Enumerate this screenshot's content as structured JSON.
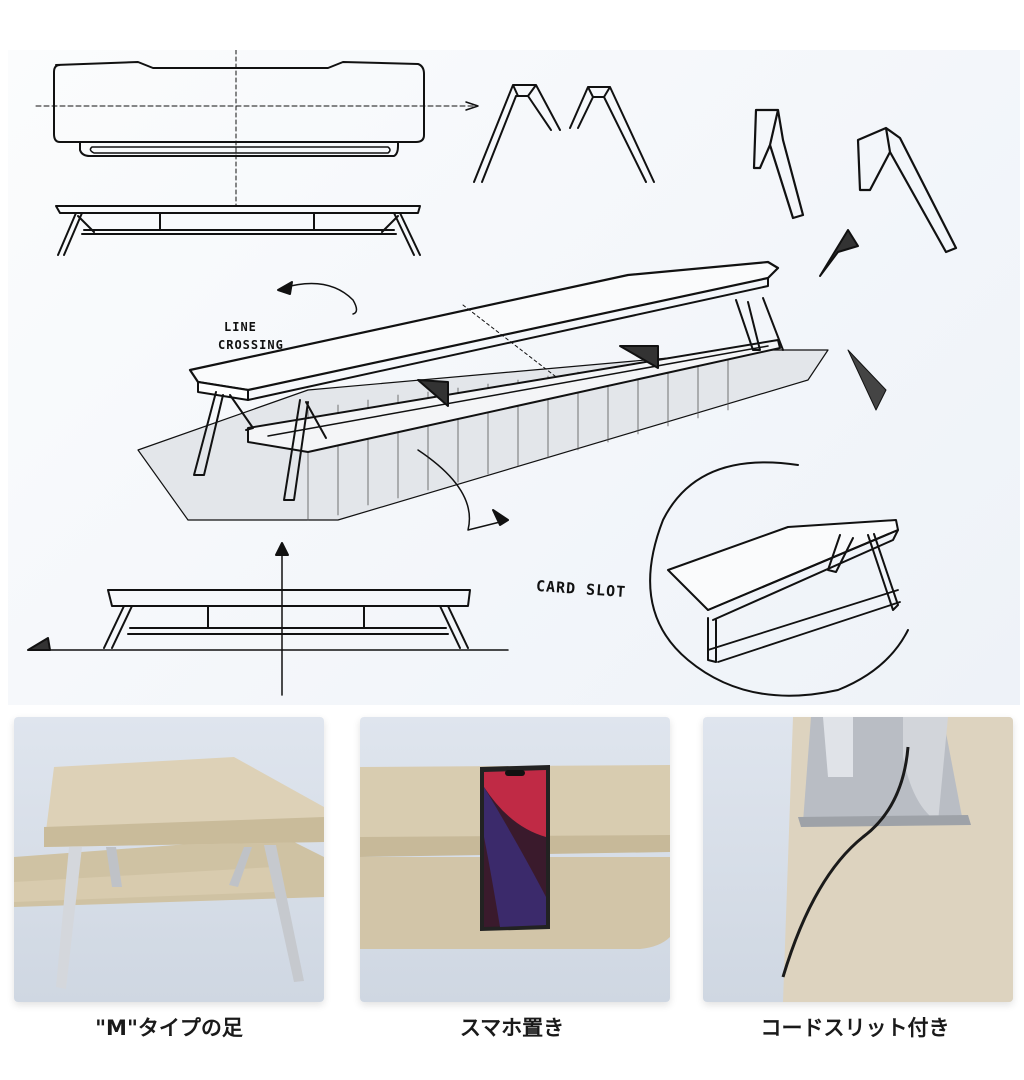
{
  "sketch": {
    "annotations": {
      "line_crossing_1": "LINE",
      "line_crossing_2": "CROSSING",
      "card_slot": "CARD SLOT"
    }
  },
  "features": [
    {
      "caption": "\"M\"タイプの足",
      "image": "m-type-legs-photo"
    },
    {
      "caption": "スマホ置き",
      "image": "phone-stand-photo"
    },
    {
      "caption": "コードスリット付き",
      "image": "cord-slit-photo"
    }
  ],
  "colors": {
    "wood": "#d9cdb3",
    "wood_dark": "#c4b594",
    "metal": "#c9ccd1",
    "panel_bg": "#dfe5ee",
    "ink": "#111111"
  }
}
